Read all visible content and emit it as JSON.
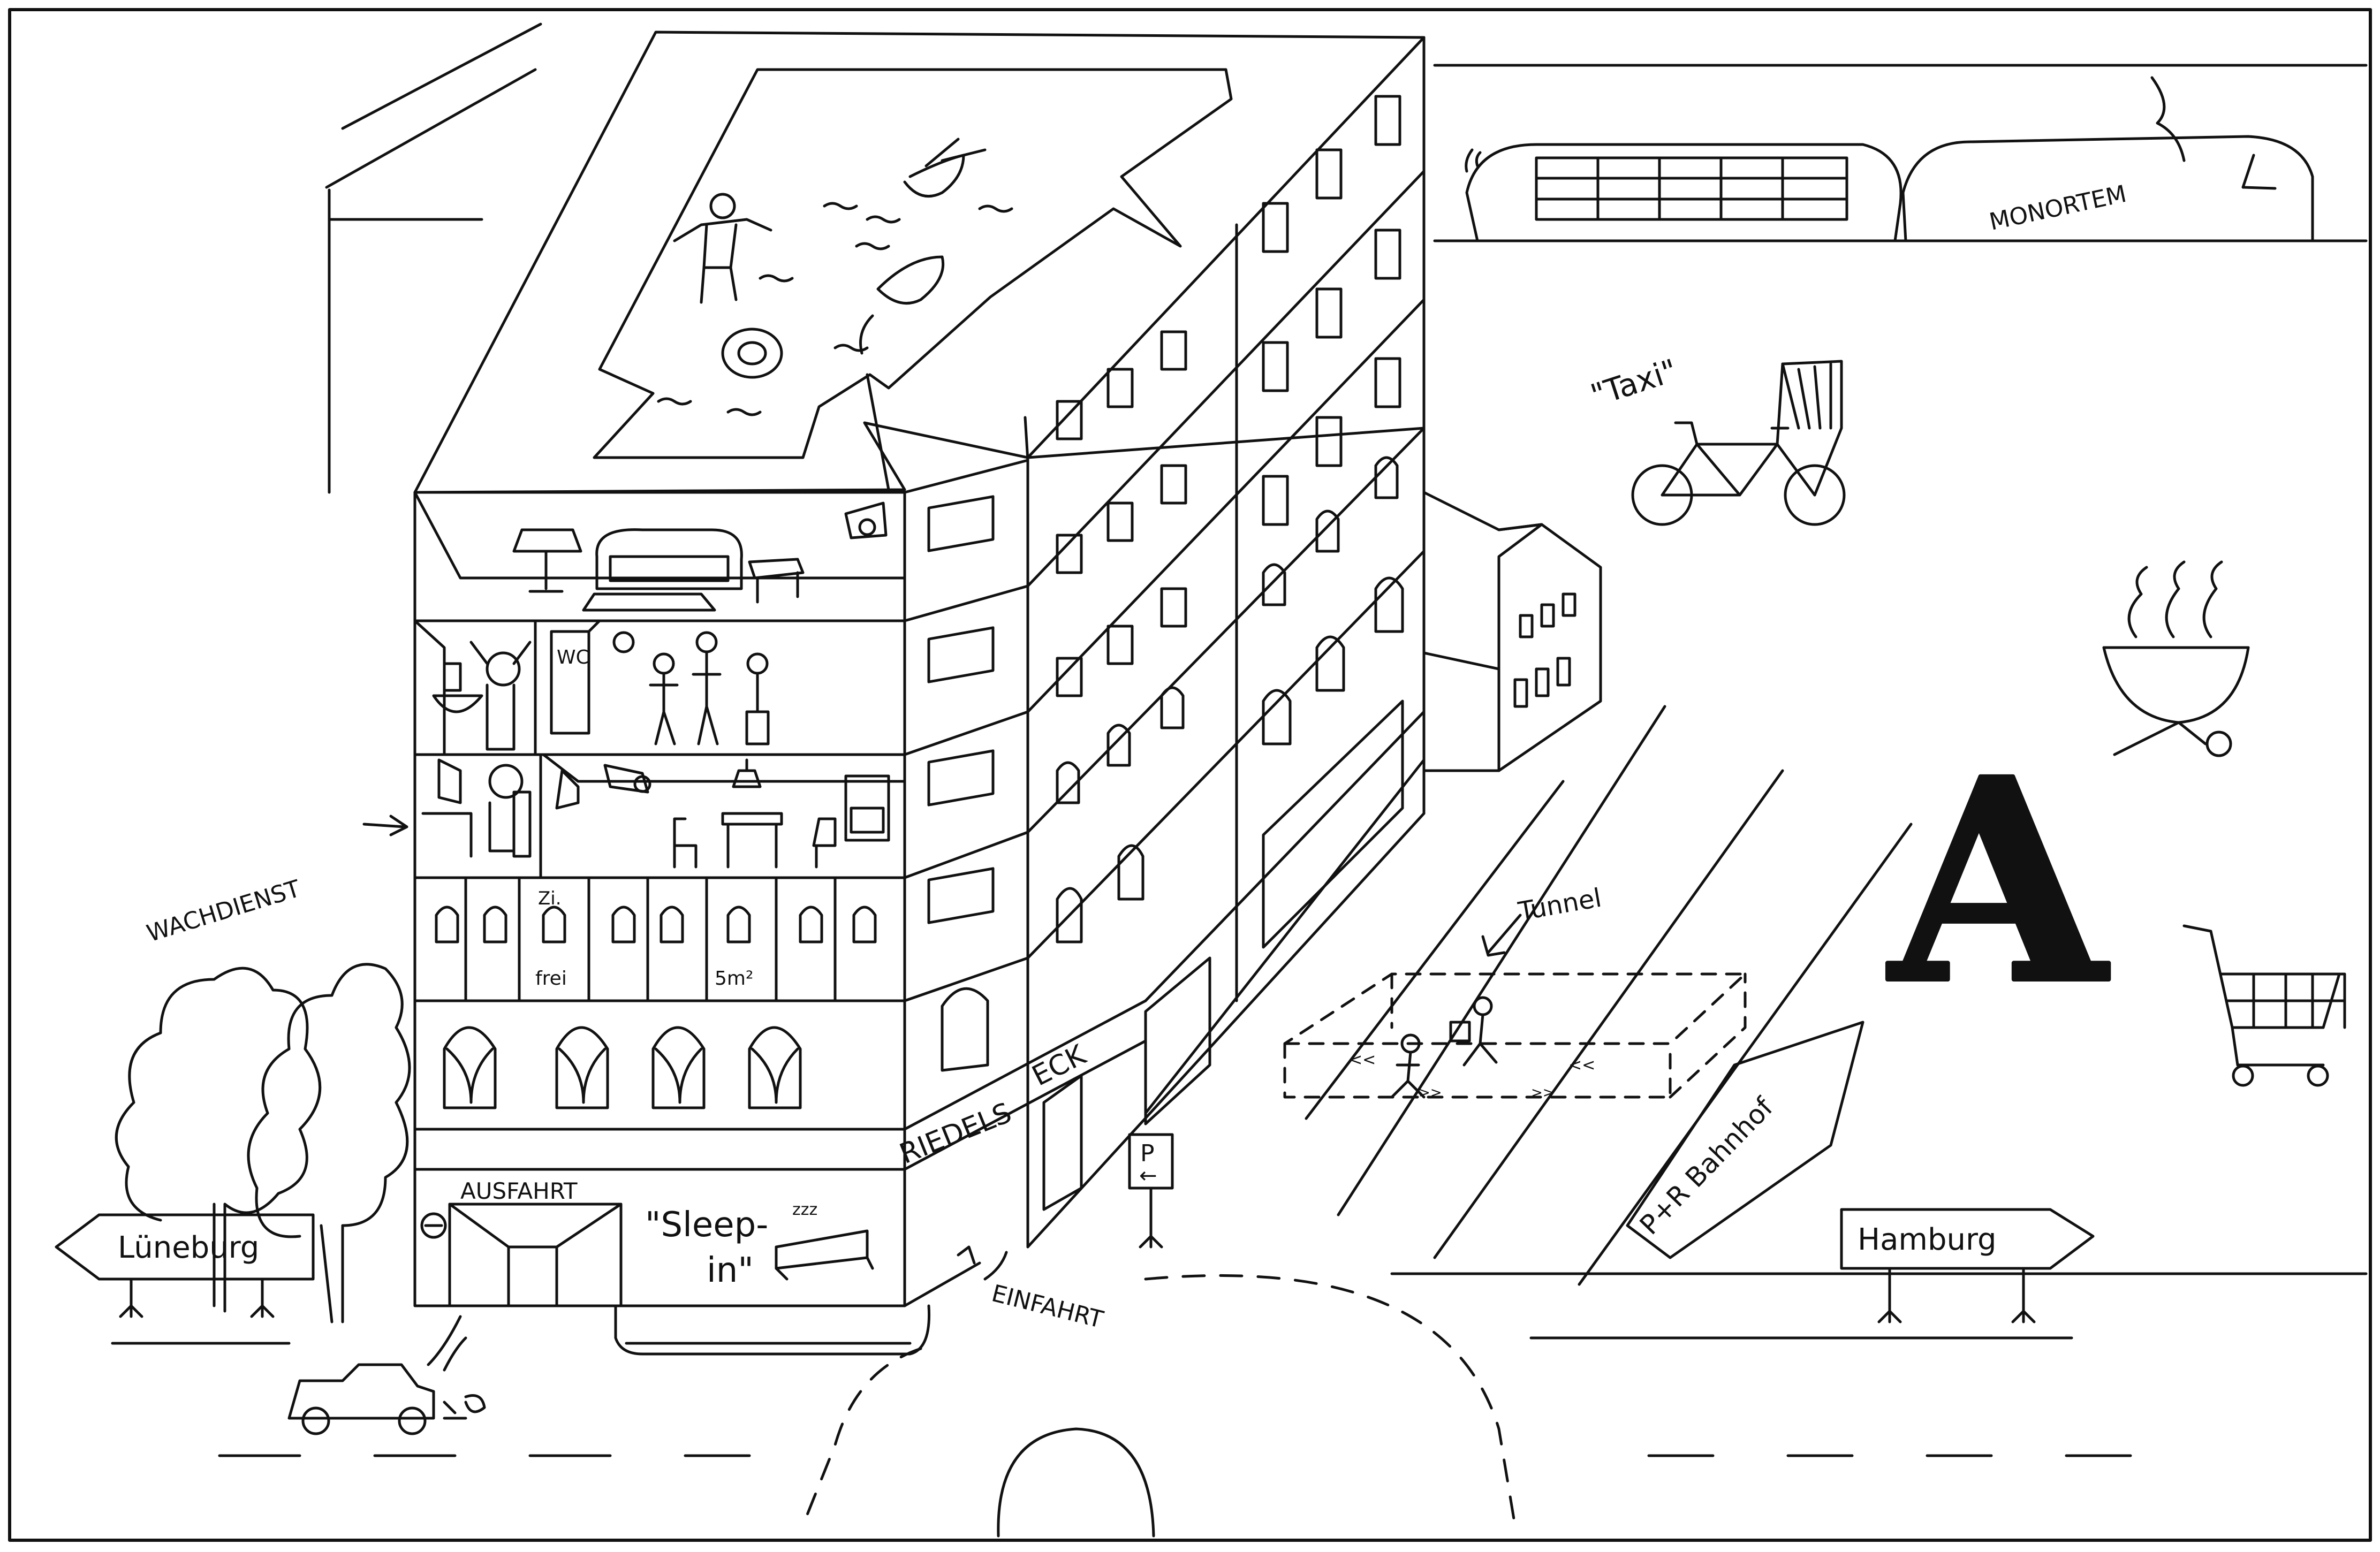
{
  "labels": {
    "wachdienst": "WACHDIENST",
    "ausfahrt": "AUSFAHRT",
    "sleep_line1": "\"Sleep-",
    "sleep_line2": "in\"",
    "zzz": "zzz",
    "riedels": "RIEDELS",
    "eck": "ECK",
    "einfahrt": "EINFAHRT",
    "taxi": "\"Taxi\"",
    "tunnel": "Tunnel",
    "monortem": "MONORTEM",
    "wc": "WC",
    "zi": "Zi.",
    "frei": "frei",
    "size": "5m²",
    "parking": "P",
    "parking_arrow": "←"
  },
  "signs": {
    "lueneburg": "Lüneburg",
    "hamburg": "Hamburg",
    "pr_bahnhof": "P+R Bahnhof"
  },
  "pharmacy_letter": "A",
  "colors": {
    "ink": "#111111",
    "paper": "#ffffff",
    "shade": "#e6e6e6"
  }
}
